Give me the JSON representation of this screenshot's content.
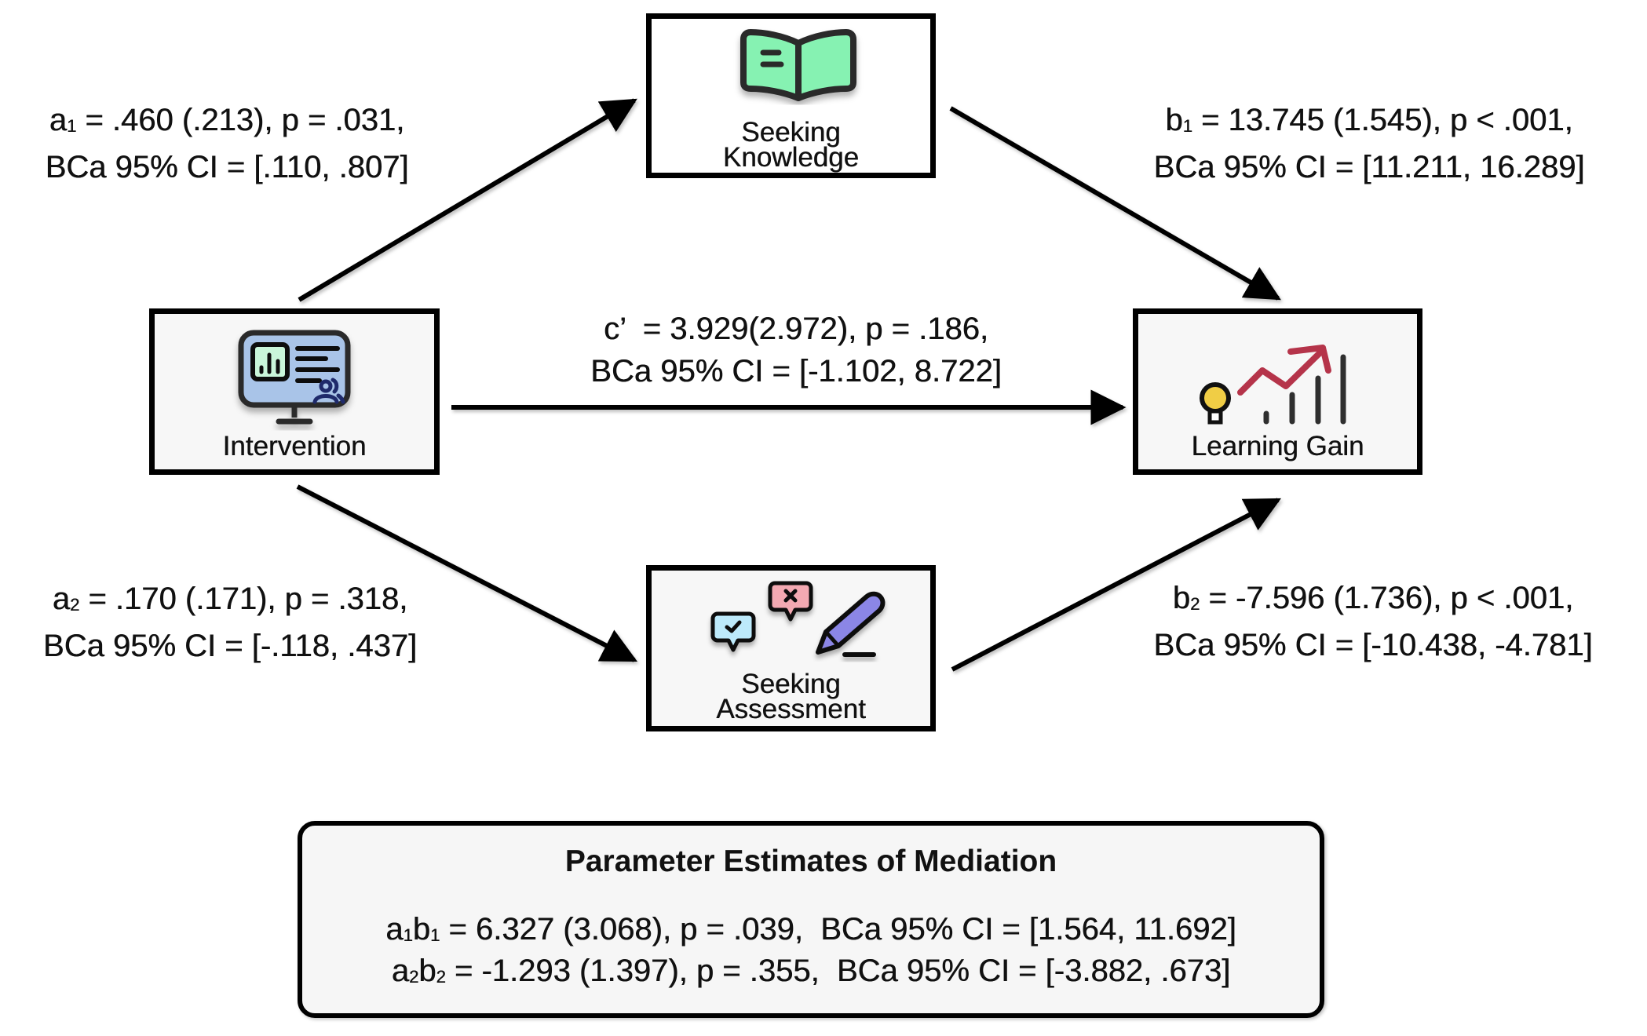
{
  "nodes": {
    "intervention": {
      "label": "Intervention",
      "icon": "presentation-monitor-icon"
    },
    "seeking_knowledge": {
      "label_line1": "Seeking",
      "label_line2": "Knowledge",
      "icon": "open-book-icon"
    },
    "seeking_assessment": {
      "label_line1": "Seeking",
      "label_line2": "Assessment",
      "icon": "feedback-pencil-icon"
    },
    "learning_gain": {
      "label": "Learning Gain",
      "icon": "growth-chart-icon"
    }
  },
  "paths": {
    "a1": {
      "sym": "a",
      "sub": "1",
      "line1_rest": " = .460 (.213), p = .031,",
      "line2": "BCa 95% CI = [.110, .807]",
      "estimate": 0.46,
      "se": 0.213,
      "p": ".031",
      "ci": [
        0.11,
        0.807
      ]
    },
    "b1": {
      "sym": "b",
      "sub": "1",
      "line1_rest": " = 13.745 (1.545), p < .001,",
      "line2": "BCa 95% CI = [11.211, 16.289]",
      "estimate": 13.745,
      "se": 1.545,
      "p": "< .001",
      "ci": [
        11.211,
        16.289
      ]
    },
    "c_prime": {
      "line1": "c’  = 3.929(2.972), p = .186,",
      "line2": "BCa 95% CI = [-1.102, 8.722]",
      "estimate": 3.929,
      "se": 2.972,
      "p": ".186",
      "ci": [
        -1.102,
        8.722
      ]
    },
    "a2": {
      "sym": "a",
      "sub": "2",
      "line1_rest": " = .170 (.171), p = .318,",
      "line2": "BCa 95% CI = [-.118, .437]",
      "estimate": 0.17,
      "se": 0.171,
      "p": ".318",
      "ci": [
        -0.118,
        0.437
      ]
    },
    "b2": {
      "sym": "b",
      "sub": "2",
      "line1_rest": " = -7.596 (1.736), p < .001,",
      "line2": "BCa 95% CI = [-10.438, -4.781]",
      "estimate": -7.596,
      "se": 1.736,
      "p": "< .001",
      "ci": [
        -10.438,
        -4.781
      ]
    }
  },
  "summary": {
    "title": "Parameter Estimates of Mediation",
    "rows": [
      {
        "s1": "a",
        "sub1": "1",
        "s2": "b",
        "sub2": "1",
        "rest": " = 6.327 (3.068), p = .039,  BCa 95% CI = [1.564, 11.692]"
      },
      {
        "s1": "a",
        "sub1": "2",
        "s2": "b",
        "sub2": "2",
        "rest": " = -1.293 (1.397), p = .355,  BCa 95% CI = [-3.882, .673]"
      }
    ]
  },
  "colors": {
    "book_fill": "#86f2b2",
    "monitor_fill": "#a9c4e8",
    "chart_panel_fill": "#c9f6da",
    "people_icon": "#1f2a6b",
    "bulb_fill": "#f0cd45",
    "trend_arrow": "#b5344a",
    "check_bubble": "#bdeafb",
    "cross_bubble": "#f3a9b2",
    "pencil_fill": "#8b86e6"
  }
}
